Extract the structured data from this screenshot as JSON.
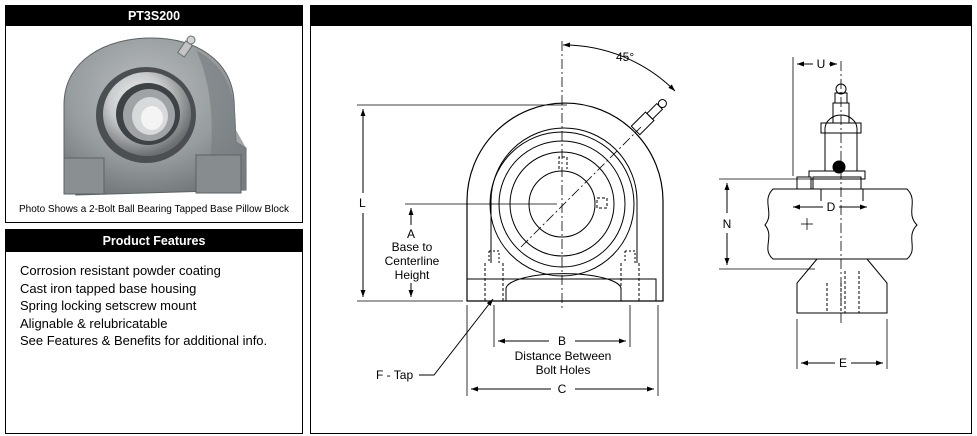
{
  "photo_panel": {
    "title": "PT3S200",
    "caption": "Photo Shows a 2-Bolt Ball Bearing Tapped Base Pillow Block"
  },
  "features_panel": {
    "title": "Product Features",
    "items": [
      "Corrosion resistant powder coating",
      "Cast iron tapped base housing",
      "Spring locking setscrew mount",
      "Alignable & relubricatable",
      "See Features & Benefits for additional info."
    ]
  },
  "drawing": {
    "angle_label": "45°",
    "dim_L": "L",
    "dim_A": "A",
    "a_description": [
      "Base to",
      "Centerline",
      "Height"
    ],
    "dim_B": "B",
    "b_description": [
      "Distance Between",
      "Bolt Holes"
    ],
    "dim_C": "C",
    "tap_label": "F - Tap",
    "dim_U": "U",
    "dim_D": "D",
    "dim_N": "N",
    "dim_E": "E"
  },
  "colors": {
    "housing_gray": "#8e9396",
    "header_black": "#000000"
  }
}
